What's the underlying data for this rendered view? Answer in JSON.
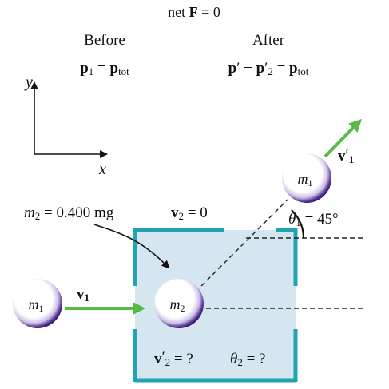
{
  "header": {
    "net_pre": "net ",
    "net_bold": "F",
    "net_post": " = 0"
  },
  "columns": {
    "before": {
      "label": "Before",
      "eq_p1_bold": "p",
      "eq_p1_sub": "1",
      "eq_eq": " = ",
      "eq_ptot_bold": "p",
      "eq_ptot_sub": "tot"
    },
    "after": {
      "label": "After",
      "eq_p1_bold": "p",
      "eq_p1_prime": "′",
      "eq_plus": " + ",
      "eq_p2_bold": "p",
      "eq_p2_prime": "′",
      "eq_p2_sub": "2",
      "eq_eq": " = ",
      "eq_ptot_bold": "p",
      "eq_ptot_sub": "tot"
    }
  },
  "axes": {
    "y_label": "y",
    "x_label": "x"
  },
  "mass2_label": {
    "m": "m",
    "sub": "2",
    "value": " = 0.400 mg"
  },
  "v2_label": {
    "v": "v",
    "sub": "2",
    "value": " = 0"
  },
  "ball_m1_before": {
    "m": "m",
    "sub": "1"
  },
  "ball_m2": {
    "m": "m",
    "sub": "2"
  },
  "ball_m1_after": {
    "m": "m",
    "sub": "1"
  },
  "v1_label": {
    "v": "v",
    "sub": "1"
  },
  "v1_prime_label": {
    "v": "v",
    "prime": "′",
    "sub": "1"
  },
  "theta1_label": {
    "theta": "θ",
    "sub": "1",
    "value": " = 45°"
  },
  "v2_prime_label": {
    "v": "v",
    "prime": "′",
    "sub": "2",
    "value": " = ?"
  },
  "theta2_label": {
    "theta": "θ",
    "sub": "2",
    "value": " = ?"
  },
  "colors": {
    "box_fill": "#d5e6f0",
    "box_stroke": "#20a3b3",
    "arrow_green": "#58b947",
    "ball_ring": "#4a2a86"
  }
}
